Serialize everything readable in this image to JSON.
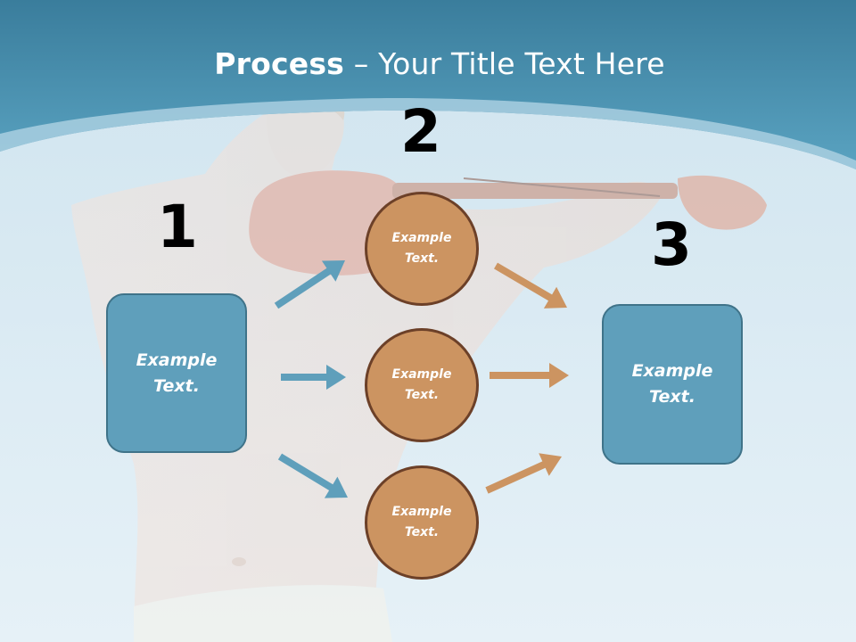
{
  "title": {
    "bold": "Process",
    "rest": " – Your Title Text Here"
  },
  "steps": {
    "step1_number": "1",
    "step2_number": "2",
    "step3_number": "3"
  },
  "boxes": {
    "left_text": "Example\nText.",
    "right_text": "Example\nText."
  },
  "circles": [
    {
      "text": "Example\nText."
    },
    {
      "text": "Example\nText."
    },
    {
      "text": "Example\nText."
    }
  ],
  "colors": {
    "header": "#3f87a8",
    "box_fill": "#5f9fbb",
    "circle_fill": "#cc9461",
    "blue_arrow": "#5f9fbb",
    "orange_arrow": "#cc9461"
  },
  "background": {
    "description_icon": "violinist-photo"
  }
}
